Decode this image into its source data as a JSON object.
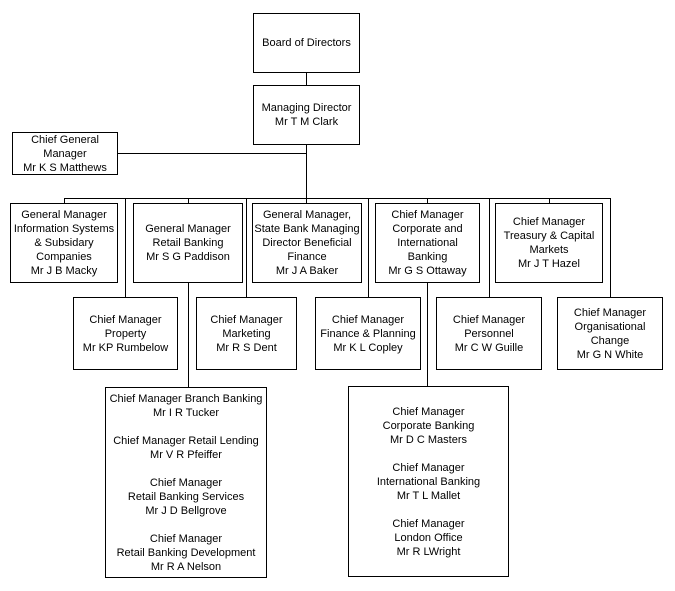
{
  "colors": {
    "background": "#ffffff",
    "box_border": "#000000",
    "connector": "#000000",
    "text": "#000000"
  },
  "nodes": {
    "board": {
      "lines": [
        "Board of Directors"
      ]
    },
    "managing_director": {
      "lines": [
        "Managing Director",
        "Mr T M Clark"
      ]
    },
    "chief_general_manager": {
      "lines": [
        "Chief General",
        "Manager",
        "Mr K S Matthews"
      ]
    },
    "gm_information_systems": {
      "lines": [
        "General Manager",
        "Information Systems",
        "& Subsidary",
        "Companies",
        "Mr J B Macky"
      ]
    },
    "gm_retail_banking": {
      "lines": [
        "General Manager",
        "Retail Banking",
        "Mr S G Paddison"
      ]
    },
    "gm_state_bank": {
      "lines": [
        "General Manager,",
        "State Bank Managing",
        "Director Beneficial",
        "Finance",
        "Mr J A Baker"
      ]
    },
    "cm_corporate_international": {
      "lines": [
        "Chief Manager",
        "Corporate and",
        "International Banking",
        "Mr G S Ottaway"
      ]
    },
    "cm_treasury": {
      "lines": [
        "Chief Manager",
        "Treasury & Capital",
        "Markets",
        "Mr J T Hazel"
      ]
    },
    "cm_property": {
      "lines": [
        "Chief Manager",
        "Property",
        "Mr KP Rumbelow"
      ]
    },
    "cm_marketing": {
      "lines": [
        "Chief Manager",
        "Marketing",
        "Mr R S Dent"
      ]
    },
    "cm_finance_planning": {
      "lines": [
        "Chief Manager",
        "Finance & Planning",
        "Mr K L Copley"
      ]
    },
    "cm_personnel": {
      "lines": [
        "Chief Manager",
        "Personnel",
        "Mr C W Guille"
      ]
    },
    "cm_organisational_change": {
      "lines": [
        "Chief Manager",
        "Organisational",
        "Change",
        "Mr G N White"
      ]
    },
    "retail_banking_group": {
      "lines": [
        "Chief Manager Branch Banking",
        "Mr I R Tucker",
        "",
        "Chief Manager Retail Lending",
        "Mr V R Pfeiffer",
        "",
        "Chief Manager",
        "Retail Banking Services",
        "Mr J D Bellgrove",
        "",
        "Chief Manager",
        "Retail Banking Development",
        "Mr R A Nelson"
      ]
    },
    "corporate_banking_group": {
      "lines": [
        "Chief Manager",
        "Corporate Banking",
        "Mr D C Masters",
        "",
        "Chief Manager",
        "International Banking",
        "Mr T L Mallet",
        "",
        "Chief Manager",
        "London Office",
        "Mr R LWright"
      ]
    }
  }
}
